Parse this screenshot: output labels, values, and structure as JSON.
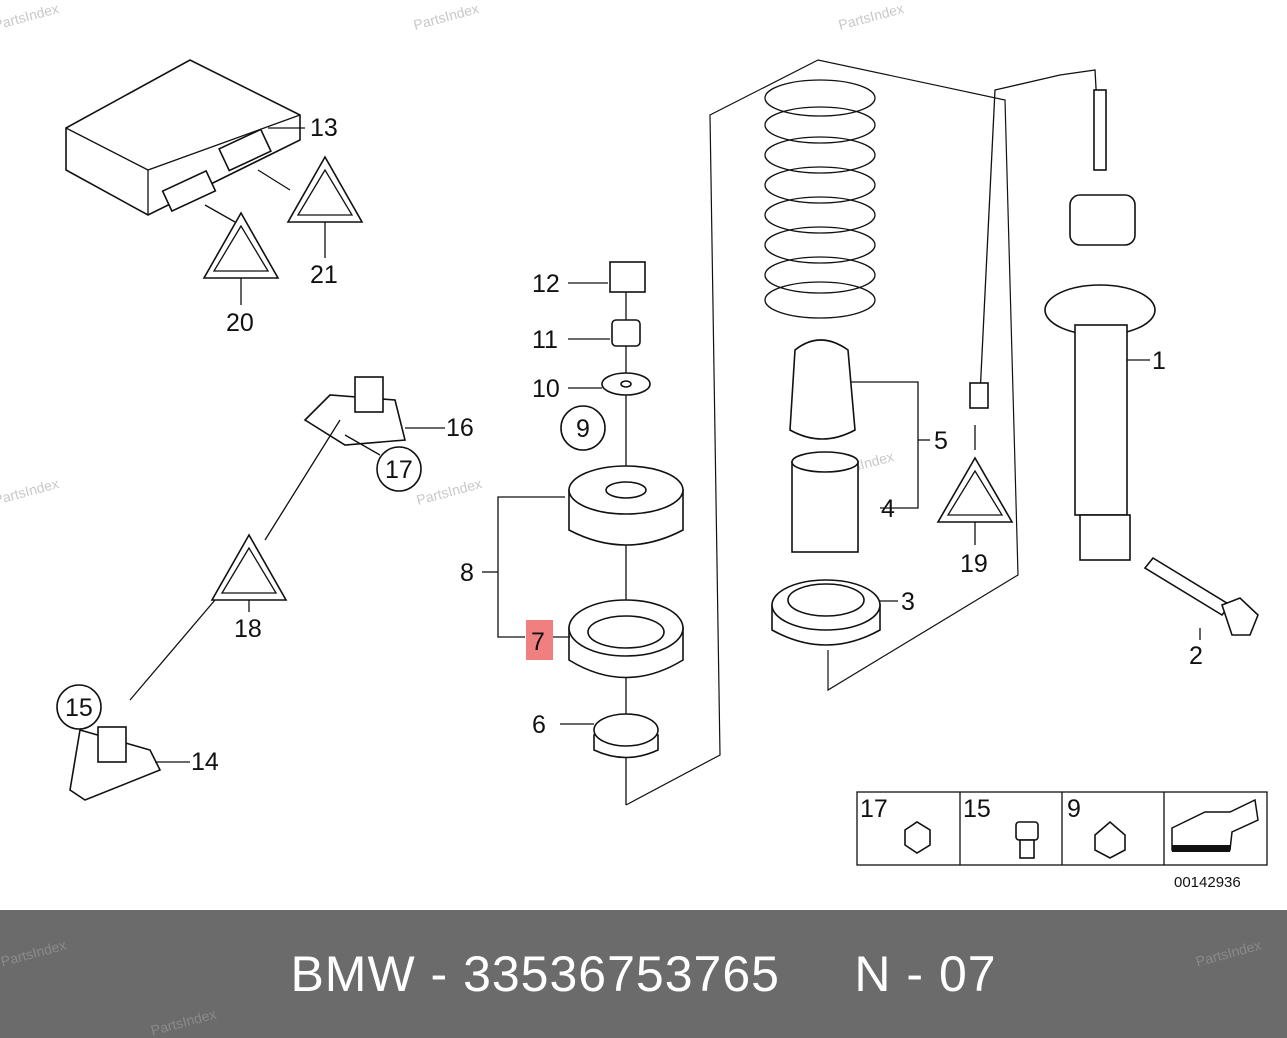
{
  "watermark": "PartsIndex",
  "labels": {
    "p1": "1",
    "p2": "2",
    "p3": "3",
    "p4": "4",
    "p5": "5",
    "p6": "6",
    "p7": "7",
    "p8": "8",
    "p9": "9",
    "p10": "10",
    "p11": "11",
    "p12": "12",
    "p13": "13",
    "p14": "14",
    "p15": "15",
    "p16": "16",
    "p17": "17",
    "p18": "18",
    "p19": "19",
    "p20": "20",
    "p21": "21"
  },
  "legend": {
    "items": [
      "17",
      "15",
      "9"
    ]
  },
  "diagram_number": "00142936",
  "footer": {
    "text": "BMW - 33536753765     N - 07"
  },
  "colors": {
    "highlight": "#f08080",
    "footer_bg": "#6b6b6b"
  }
}
